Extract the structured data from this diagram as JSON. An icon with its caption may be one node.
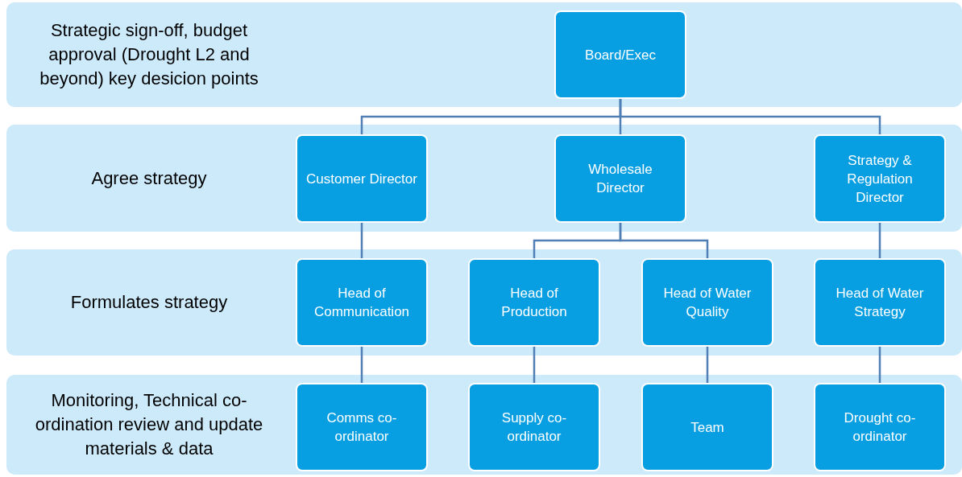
{
  "diagram": {
    "nodes": [
      {
        "text": [
          "Strategic sign-off, budget approval (Drought L2 and beyond) key desicion points"
        ]
      },
      {
        "text": [
          "Board/Exec"
        ],
        "in": 0
      },
      {
        "text": [
          "Agree strategy"
        ]
      },
      {
        "text": [
          "Customer Director"
        ],
        "in": 2
      },
      {
        "text": [
          "Wholesale Director"
        ],
        "in": 2
      },
      {
        "text": [
          "Strategy & Regulation Director"
        ],
        "in": 2
      },
      {
        "text": [
          "Formulates strategy"
        ]
      },
      {
        "text": [
          "Head of Communication"
        ],
        "in": 6
      },
      {
        "text": [
          "Head of Production"
        ],
        "in": 6
      },
      {
        "text": [
          "Head of Water Quality"
        ],
        "in": 6
      },
      {
        "text": [
          "Head of Water Strategy"
        ],
        "in": 6
      },
      {
        "text": [
          "Monitoring, Technical co-ordination review and update materials & data"
        ]
      },
      {
        "text": [
          "Comms co-ordinator"
        ],
        "in": 11
      },
      {
        "text": [
          "Supply co-ordinator"
        ],
        "in": 11
      },
      {
        "text": [
          "Team"
        ],
        "in": 11
      },
      {
        "text": [
          "Drought co-ordinator"
        ],
        "in": 11
      }
    ],
    "edges": [
      {
        "from": 1,
        "to": 3,
        "arrow": "none"
      },
      {
        "from": 1,
        "to": 4,
        "arrow": "none"
      },
      {
        "from": 1,
        "to": 5,
        "arrow": "none"
      },
      {
        "from": 3,
        "to": 7,
        "arrow": "none"
      },
      {
        "from": 4,
        "to": 8,
        "arrow": "none"
      },
      {
        "from": 4,
        "to": 9,
        "arrow": "none"
      },
      {
        "from": 5,
        "to": 10,
        "arrow": "none"
      },
      {
        "from": 7,
        "to": 12,
        "arrow": "none"
      },
      {
        "from": 8,
        "to": 13,
        "arrow": "none"
      },
      {
        "from": 9,
        "to": 14,
        "arrow": "none"
      },
      {
        "from": 10,
        "to": 15,
        "arrow": "none"
      }
    ]
  }
}
